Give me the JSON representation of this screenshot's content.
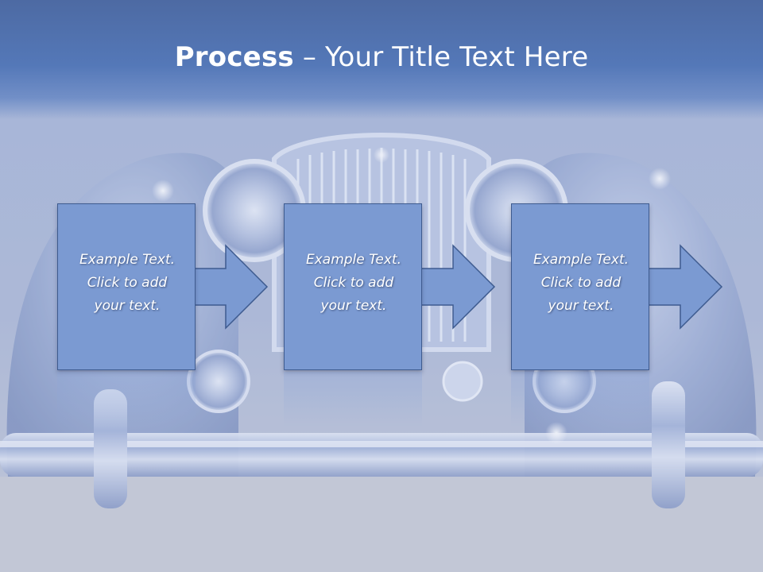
{
  "slide": {
    "title_bold": "Process",
    "title_rest": " – Your Title Text Here",
    "background_image": "classic-car-front-photo",
    "accent_color": "#7b9ad2",
    "border_color": "#3e5b8f",
    "title_band_color": "#5478b8"
  },
  "steps": [
    {
      "line1": "Example Text.",
      "line2": "Click  to add",
      "line3": "your text."
    },
    {
      "line1": "Example Text.",
      "line2": "Click  to add",
      "line3": "your text."
    },
    {
      "line1": "Example Text.",
      "line2": "Click  to add",
      "line3": "your text."
    }
  ]
}
